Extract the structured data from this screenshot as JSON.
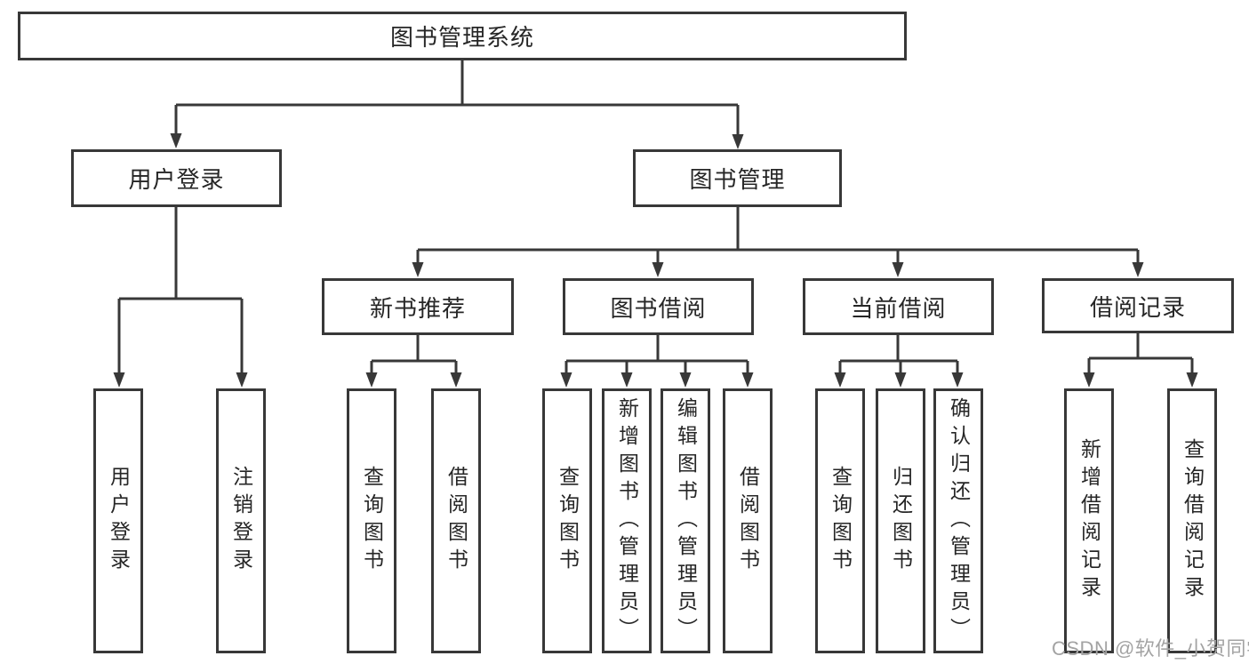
{
  "nodes": {
    "root": "图书管理系统",
    "level2": [
      "用户登录",
      "图书管理"
    ],
    "level3": [
      "新书推荐",
      "图书借阅",
      "当前借阅",
      "借阅记录"
    ],
    "leaves": [
      "用户登录",
      "注销登录",
      "查询图书",
      "借阅图书",
      "查询图书",
      "新增图书（管理员）",
      "编辑图书（管理员）",
      "借阅图书",
      "查询图书",
      "归还图书",
      "确认归还（管理员）",
      "新增借阅记录",
      "查询借阅记录"
    ]
  },
  "watermark": "CSDN @软件_小贺同学",
  "colors": {
    "line": "#383838",
    "border": "#383838",
    "text": "#262626",
    "watermark": "#a3a3a3",
    "background": "#ffffff"
  }
}
